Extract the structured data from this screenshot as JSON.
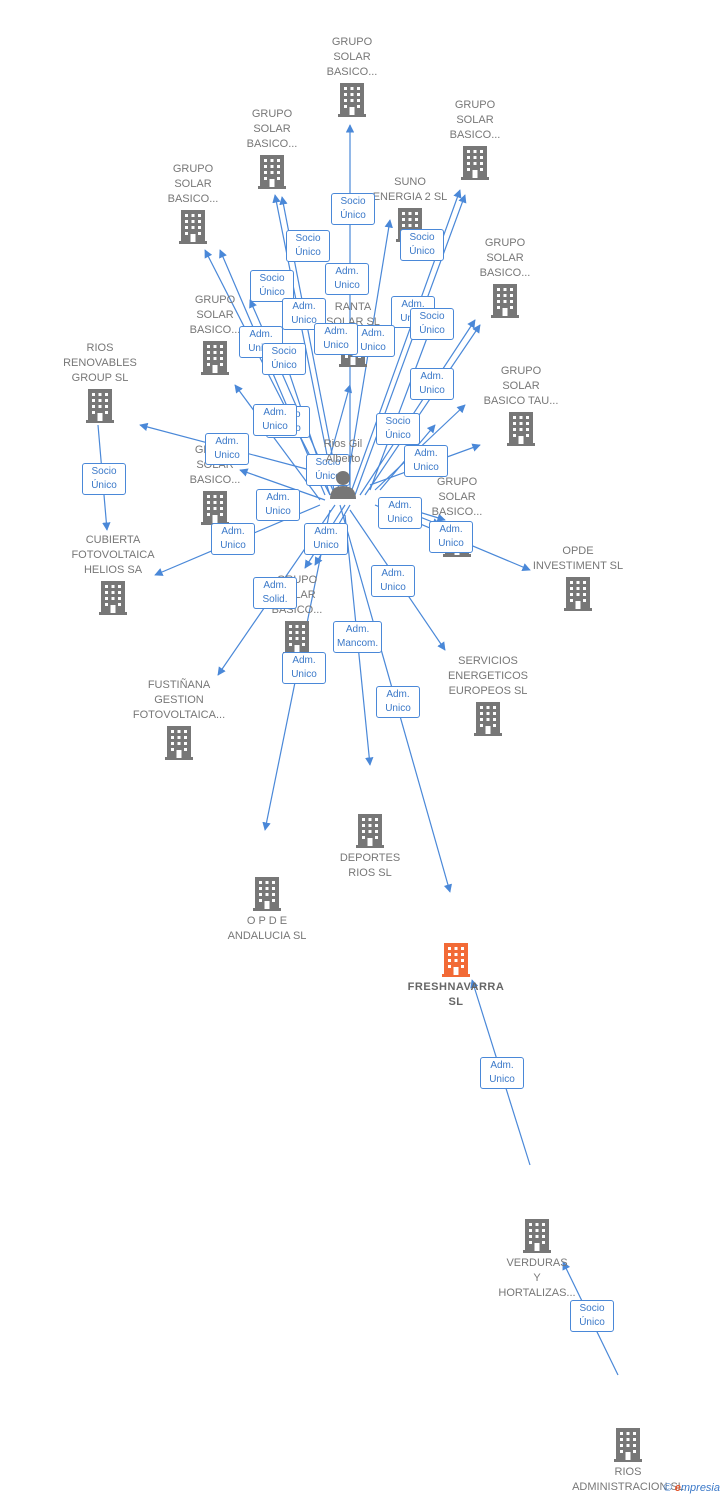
{
  "colors": {
    "edge": "#4a88d8",
    "node": "#777777",
    "focus": "#f26a36",
    "badge_text": "#3a78c8"
  },
  "person": {
    "label": "Rios Gil\nAlberto",
    "icon": "person-icon"
  },
  "nodes": [
    {
      "id": "gsb1",
      "label": "GRUPO\nSOLAR\nBASICO...",
      "icon": "building-icon"
    },
    {
      "id": "gsb2",
      "label": "GRUPO\nSOLAR\nBASICO...",
      "icon": "building-icon"
    },
    {
      "id": "gsb3",
      "label": "GRUPO\nSOLAR\nBASICO...",
      "icon": "building-icon"
    },
    {
      "id": "gsb4",
      "label": "GRUPO\nSOLAR\nBASICO...",
      "icon": "building-icon"
    },
    {
      "id": "suno",
      "label": "SUNO\nENERGIA 2  SL",
      "icon": "building-icon"
    },
    {
      "id": "gsb5",
      "label": "GRUPO\nSOLAR\nBASICO...",
      "icon": "building-icon"
    },
    {
      "id": "gsb6",
      "label": "GRUPO\nSOLAR\nBASICO...",
      "icon": "building-icon"
    },
    {
      "id": "ranta",
      "label": "RANTA\nSOLAR  SL",
      "icon": "building-icon"
    },
    {
      "id": "rios_ren",
      "label": "RIOS\nRENOVABLES\nGROUP SL",
      "icon": "building-icon"
    },
    {
      "id": "gsb_tau",
      "label": "GRUPO\nSOLAR\nBASICO TAU...",
      "icon": "building-icon"
    },
    {
      "id": "gsb7",
      "label": "GRUPO\nSOLAR\nBASICO...",
      "icon": "building-icon"
    },
    {
      "id": "gsb8",
      "label": "GRUPO\nSOLAR\nBASICO...",
      "icon": "building-icon"
    },
    {
      "id": "cubierta",
      "label": "CUBIERTA\nFOTOVOLTAICA\nHELIOS SA",
      "icon": "building-icon"
    },
    {
      "id": "opde_inv",
      "label": "OPDE\nINVESTIMENT SL",
      "icon": "building-icon"
    },
    {
      "id": "gsb9",
      "label": "GRUPO\nSOLAR\nBASICO...",
      "icon": "building-icon"
    },
    {
      "id": "servicios",
      "label": "SERVICIOS\nENERGETICOS\nEUROPEOS SL",
      "icon": "building-icon"
    },
    {
      "id": "fustinana",
      "label": "FUSTIÑANA\nGESTION\nFOTOVOLTAICA...",
      "icon": "building-icon"
    },
    {
      "id": "deportes",
      "label": "DEPORTES\nRIOS  SL",
      "icon": "building-icon"
    },
    {
      "id": "opde_and",
      "label": "O P D E\nANDALUCIA SL",
      "icon": "building-icon"
    },
    {
      "id": "fresh",
      "label": "FRESHNAVARRA\nSL",
      "icon": "building-icon",
      "focus": true
    },
    {
      "id": "verduras",
      "label": "VERDURAS\nY\nHORTALIZAS...",
      "icon": "building-icon"
    },
    {
      "id": "rios_adm",
      "label": "RIOS\nADMINISTRACION SL",
      "icon": "building-icon"
    }
  ],
  "badges": [
    "Socio\nÚnico",
    "Socio\nÚnico",
    "Adm.\nUnico",
    "Socio\nÚnico",
    "Socio\nÚnico",
    "Adm.\nUnico",
    "Adm.\nUnico",
    "Adm.\nUnico",
    "Socio\nÚnico",
    "Adm.\nUnico",
    "Adm.\nUnico",
    "Socio\nÚnico",
    "Socio\nÚnico",
    "Adm.\nUnico",
    "Socio\nÚnico",
    "Adm.\nUnico",
    "Adm.\nUnico",
    "Socio\nÚnico",
    "Adm.\nUnico",
    "Adm.\nUnico",
    "Adm.\nUnico",
    "Adm.\nUnico",
    "Adm.\nSolid.",
    "Adm.\nUnico",
    "Adm.\nMancom.",
    "Adm.\nUnico",
    "Adm.\nUnico",
    "Adm.\nUnico",
    "Socio\nÚnico",
    "Adm.\nUnico",
    "Socio\nÚnico",
    "Adm.\nUnico"
  ],
  "footer": {
    "copyright": "©",
    "brand_first": "e",
    "brand_rest": "mpresia"
  }
}
